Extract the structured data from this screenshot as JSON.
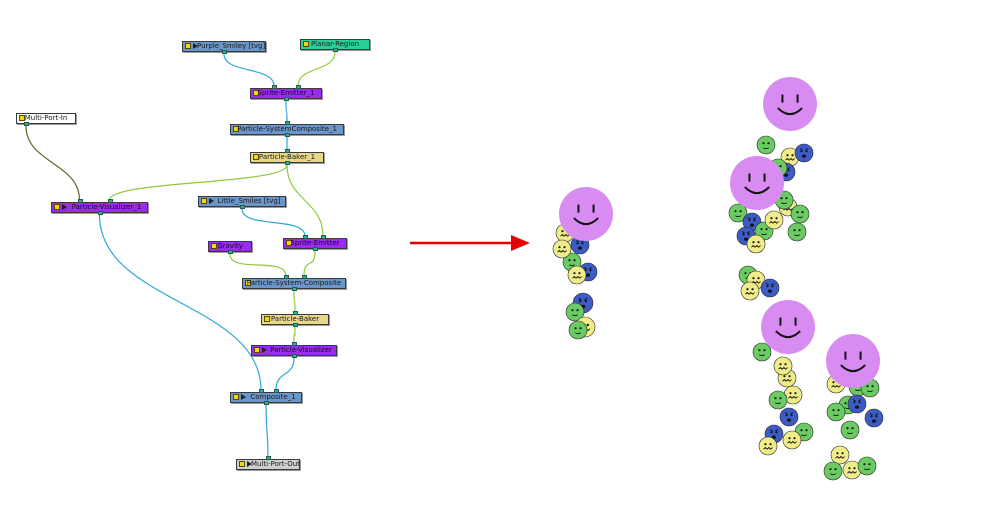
{
  "colors": {
    "node_blue": "#6b96c9",
    "node_purple": "#9a2bf2",
    "node_yellow": "#e6d78a",
    "node_green": "#27d29a",
    "node_white": "#ffffff",
    "node_gray": "#cfcfcf",
    "wire_blue": "#2ea7d8",
    "wire_green": "#8fc93a",
    "wire_dark": "#556b2f",
    "arrow_red": "#e60000",
    "smiley_large": "#d88cf2",
    "smiley_green": "#6acb62",
    "smiley_blue": "#3d5bc5",
    "smiley_yellow": "#f0ec8a"
  },
  "nodes": [
    {
      "id": "purple-smiley",
      "label": "Purple_Smiley [tvg]",
      "icon": "play",
      "color": "blue"
    },
    {
      "id": "planar-region",
      "label": "Planar-Region",
      "icon": "",
      "color": "green"
    },
    {
      "id": "sprite-emitter-1",
      "label": "Sprite-Emitter_1",
      "icon": "",
      "color": "purple"
    },
    {
      "id": "particle-system-composite-1",
      "label": "Particle-SystemComposite_1",
      "icon": "",
      "color": "blue"
    },
    {
      "id": "particle-baker-1",
      "label": "Particle-Baker_1",
      "icon": "",
      "color": "yellow"
    },
    {
      "id": "multi-port-in",
      "label": "Multi-Port-In",
      "icon": "",
      "color": "white"
    },
    {
      "id": "particle-visualizer-1",
      "label": "Particle-Visualizer_1",
      "icon": "play",
      "color": "purple"
    },
    {
      "id": "little-smiles",
      "label": "Little_Smiles [tvg]",
      "icon": "play",
      "color": "blue"
    },
    {
      "id": "gravity",
      "label": "Gravity",
      "icon": "",
      "color": "purple"
    },
    {
      "id": "sprite-emitter",
      "label": "Sprite-Emitter",
      "icon": "",
      "color": "purple"
    },
    {
      "id": "particle-system-composite",
      "label": "Particle-System-Composite",
      "icon": "",
      "color": "blue"
    },
    {
      "id": "particle-baker",
      "label": "Particle-Baker",
      "icon": "",
      "color": "yellow"
    },
    {
      "id": "particle-visualizer",
      "label": "Particle-Visualizer",
      "icon": "play",
      "color": "purple"
    },
    {
      "id": "composite-1",
      "label": "Composite_1",
      "icon": "play",
      "color": "blue"
    },
    {
      "id": "multi-port-out",
      "label": "Multi-Port-Out",
      "icon": "play",
      "color": "gray"
    }
  ],
  "connections": [
    {
      "from": "purple-smiley",
      "to": "sprite-emitter-1",
      "color": "blue"
    },
    {
      "from": "planar-region",
      "to": "sprite-emitter-1",
      "color": "green"
    },
    {
      "from": "sprite-emitter-1",
      "to": "particle-system-composite-1",
      "color": "blue"
    },
    {
      "from": "particle-system-composite-1",
      "to": "particle-baker-1",
      "color": "blue"
    },
    {
      "from": "multi-port-in",
      "to": "particle-visualizer-1",
      "color": "dark"
    },
    {
      "from": "particle-baker-1",
      "to": "particle-visualizer-1",
      "color": "green"
    },
    {
      "from": "particle-baker-1",
      "to": "sprite-emitter",
      "color": "green"
    },
    {
      "from": "little-smiles",
      "to": "sprite-emitter",
      "color": "blue"
    },
    {
      "from": "gravity",
      "to": "particle-system-composite",
      "color": "green"
    },
    {
      "from": "sprite-emitter",
      "to": "particle-system-composite",
      "color": "green"
    },
    {
      "from": "particle-system-composite",
      "to": "particle-baker",
      "color": "green"
    },
    {
      "from": "particle-baker",
      "to": "particle-visualizer",
      "color": "green"
    },
    {
      "from": "particle-visualizer-1",
      "to": "composite-1",
      "color": "blue"
    },
    {
      "from": "particle-visualizer",
      "to": "composite-1",
      "color": "blue"
    },
    {
      "from": "composite-1",
      "to": "multi-port-out",
      "color": "blue"
    }
  ],
  "icons": [
    "arrow-right-icon",
    "smiley-icon",
    "checkbox-icon",
    "play-icon"
  ]
}
